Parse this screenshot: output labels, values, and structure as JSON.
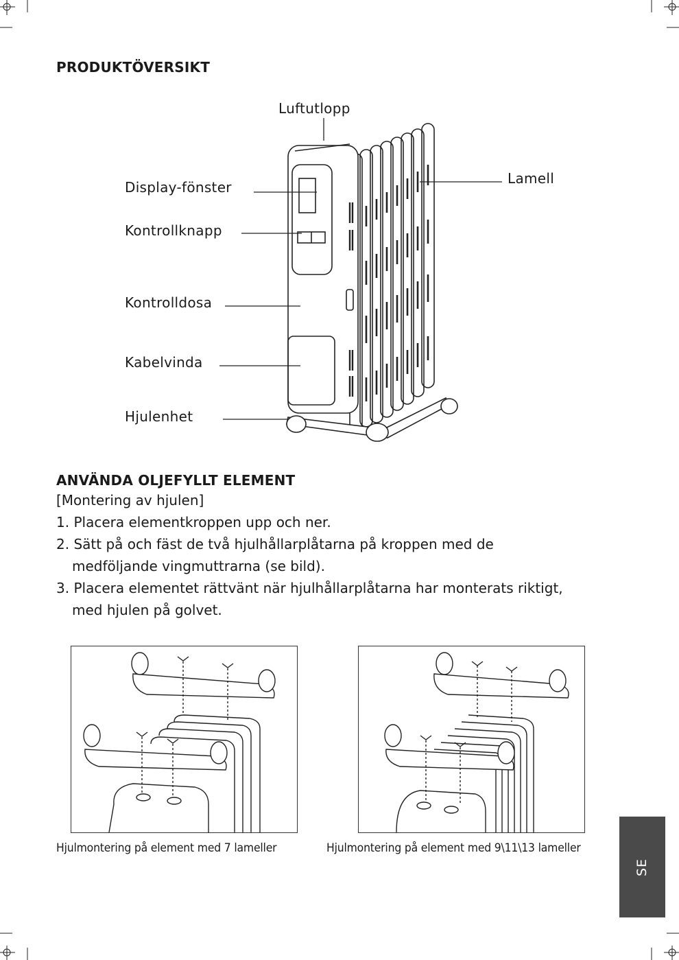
{
  "overview": {
    "heading": "PRODUKTÖVERSIKT",
    "labels": {
      "air_outlet": "Luftutlopp",
      "display": "Display-fönster",
      "control_knob": "Kontrollknapp",
      "control_box": "Kontrolldosa",
      "cable_wind": "Kabelvinda",
      "wheel_unit": "Hjulenhet",
      "fin": "Lamell"
    }
  },
  "usage": {
    "heading": "ANVÄNDA OLJEFYLLT ELEMENT",
    "subheading": "[Montering av hjulen]",
    "steps": [
      {
        "num": "1.",
        "line1": "Placera elementkroppen upp och ner.",
        "line2": ""
      },
      {
        "num": "2.",
        "line1": "Sätt på och fäst de två hjulhållarplåtarna på kroppen med de",
        "line2": "medföljande vingmuttrarna (se bild)."
      },
      {
        "num": "3.",
        "line1": "Placera elementet rättvänt när hjulhållarplåtarna har monterats riktigt,",
        "line2": "med hjulen på golvet."
      }
    ]
  },
  "figures": {
    "caption_left": "Hjulmontering på element med 7 lameller",
    "caption_right": "Hjulmontering på element med 9\\11\\13 lameller"
  },
  "tab": {
    "label": "SE"
  }
}
